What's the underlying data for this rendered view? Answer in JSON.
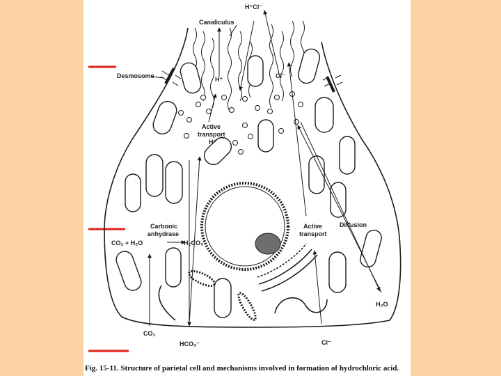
{
  "labels": {
    "hcl_top": "H⁺Cl⁻",
    "canaliculus": "Canaliculus",
    "desmosome": "Desmosome",
    "h_plus_1": "H⁺",
    "cl_minus_1": "Cl⁻",
    "active_transport_h_line1": "Active",
    "active_transport_h_line2": "transport",
    "h_plus_2": "H⁺",
    "carbonic_line1": "Carbonic",
    "carbonic_line2": "anhydrase",
    "co2_h2o": "CO₂ + H₂O",
    "h2co3": "H₂CO₃",
    "active_transport_cl_line1": "Active",
    "active_transport_cl_line2": "transport",
    "diffusion": "Diffusion",
    "h2o": "H₂O",
    "co2": "CO₂",
    "hco3": "HCO₃⁻",
    "cl_minus_bottom": "Cl⁻"
  },
  "caption": "Fig. 15-11. Structure of parietal cell and mechanisms involved in formation of hydrochloric acid.",
  "colors": {
    "background": "#fbd3a6",
    "panel": "#ffffff",
    "marker": "#e0201a",
    "ink": "#1a1a1a"
  }
}
